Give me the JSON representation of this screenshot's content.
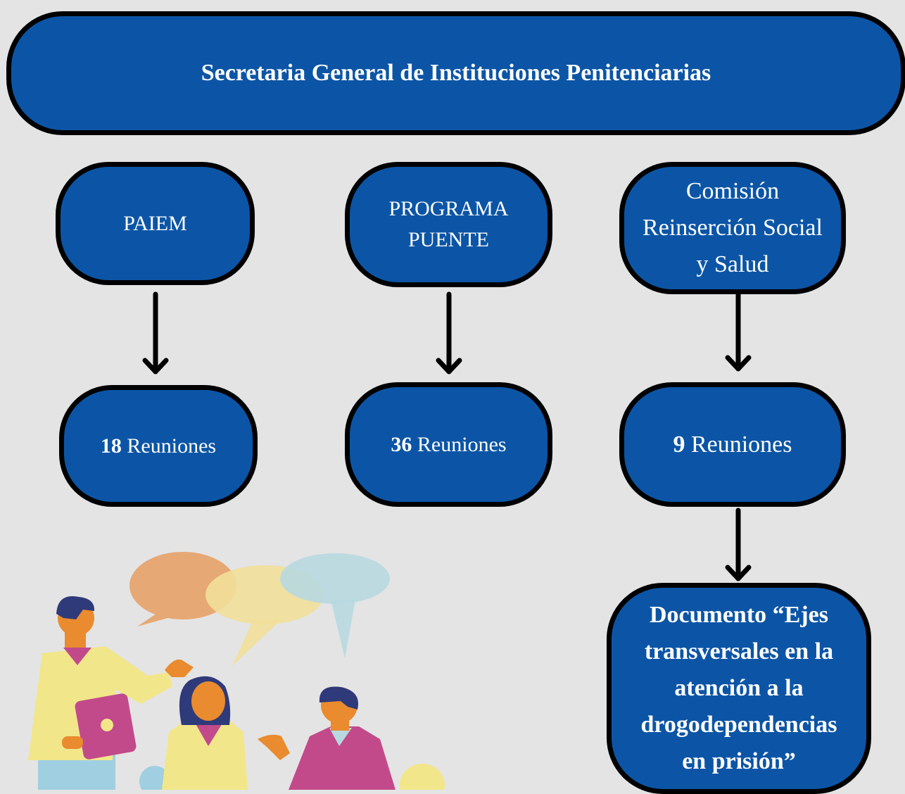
{
  "header": {
    "title": "Secretaria General de Instituciones Penitenciarias"
  },
  "programs": [
    {
      "lines": [
        "PAIEM"
      ]
    },
    {
      "lines": [
        "PROGRAMA",
        "PUENTE"
      ]
    },
    {
      "lines": [
        "Comisión",
        "Reinserción Social",
        "y Salud"
      ]
    }
  ],
  "meetings": [
    {
      "count": "18",
      "label": "Reuniones"
    },
    {
      "count": "36",
      "label": "Reuniones"
    },
    {
      "count": "9",
      "label": "Reuniones"
    }
  ],
  "document": {
    "lines": [
      "Documento “Ejes",
      "transversales en la",
      "atención a la",
      "drogodependencias",
      "en prisión”"
    ]
  },
  "colors": {
    "box": "#0c55a6",
    "border": "#000000",
    "background": "#e4e4e4",
    "text": "#ffffff"
  },
  "illustration": {
    "name": "people-conversation-illustration"
  }
}
